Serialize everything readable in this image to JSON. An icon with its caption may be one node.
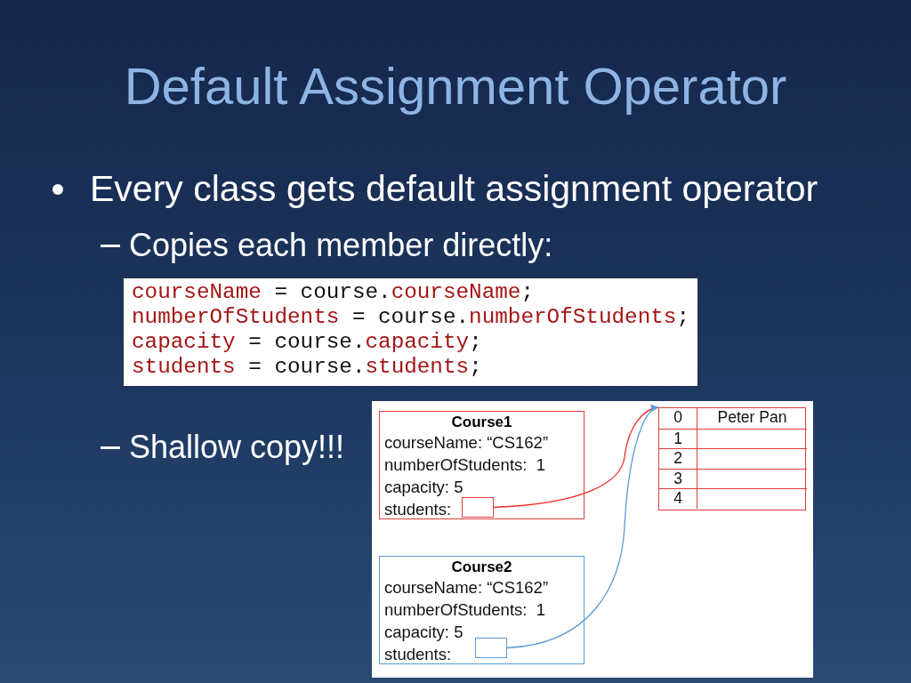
{
  "diagram": {
    "title": "Default Assignment Operator",
    "nodes": [
      {
        "text": [
          "Course1",
          "courseName: “CS162”",
          "numberOfStudents:  1",
          "capacity: 5",
          "students:"
        ]
      },
      {
        "text": [],
        "shape": "box",
        "in": 0
      },
      {
        "text": [
          "Course2",
          "courseName: “CS162”",
          "numberOfStudents:  1",
          "capacity: 5",
          "students:"
        ]
      },
      {
        "text": [],
        "shape": "box",
        "in": 2
      },
      {
        "text": [
          "0",
          "Peter Pan",
          "1",
          "2",
          "3",
          "4"
        ]
      }
    ],
    "edges": [
      {
        "from": 1,
        "to": 4,
        "arrow": "to",
        "color": "#ee2b2b"
      },
      {
        "from": 3,
        "to": 4,
        "arrow": "to",
        "color": "#5b9bd5"
      }
    ],
    "labels": [
      "Every class gets default assignment operator",
      "Copies each member directly:",
      "courseName = course.courseName;",
      "numberOfStudents = course.numberOfStudents;",
      "capacity = course.capacity;",
      "students = course.students;",
      "Shallow copy!!!"
    ]
  }
}
